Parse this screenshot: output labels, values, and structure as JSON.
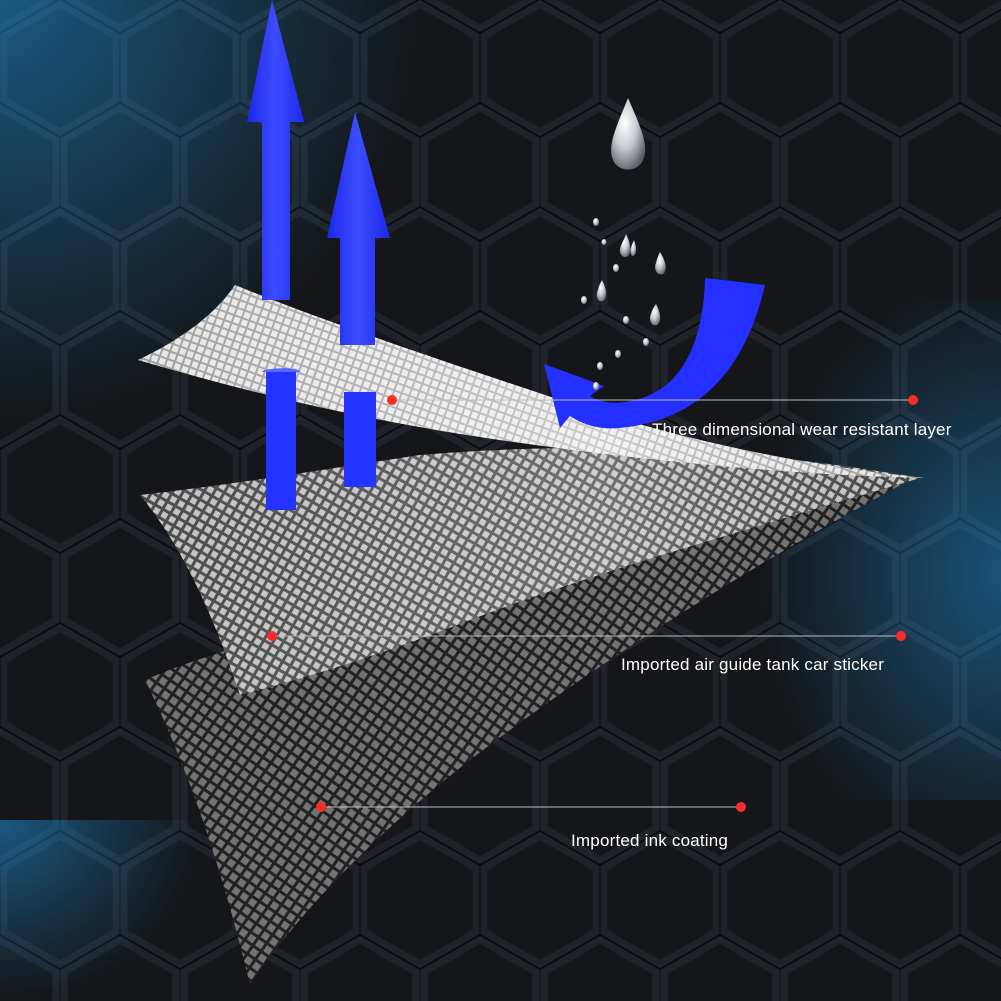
{
  "layers": [
    {
      "id": "wear",
      "label": "Three dimensional wear resistant layer"
    },
    {
      "id": "air",
      "label": "Imported air guide tank car sticker"
    },
    {
      "id": "ink",
      "label": "Imported ink coating"
    }
  ],
  "colors": {
    "background": "#0b0c0e",
    "hex_edge": "#1d2026",
    "hex_glow": "#1e8fd6",
    "arrow_blue": "#2d3bff",
    "marker_red": "#ff2a2a",
    "sheet_light": "#e6e6e6",
    "sheet_dark": "#5a5a5a"
  },
  "icons": [
    "up-arrow-icon",
    "curved-arrow-icon",
    "water-drop-icon"
  ]
}
